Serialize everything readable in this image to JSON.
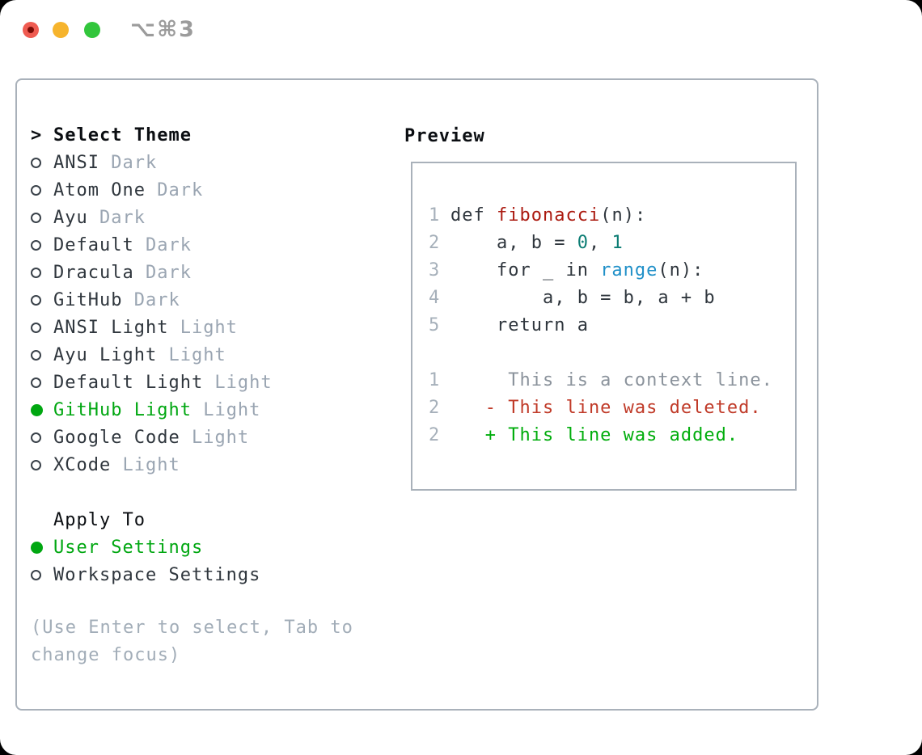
{
  "titlebar": {
    "shortcut_label": "⌥⌘3",
    "buttons": [
      "close",
      "minimize",
      "zoom"
    ]
  },
  "theme_panel": {
    "cursor": ">",
    "title": "Select Theme",
    "items": [
      {
        "name": "ANSI",
        "tag": "Dark",
        "selected": false
      },
      {
        "name": "Atom One",
        "tag": "Dark",
        "selected": false
      },
      {
        "name": "Ayu",
        "tag": "Dark",
        "selected": false
      },
      {
        "name": "Default",
        "tag": "Dark",
        "selected": false
      },
      {
        "name": "Dracula",
        "tag": "Dark",
        "selected": false
      },
      {
        "name": "GitHub",
        "tag": "Dark",
        "selected": false
      },
      {
        "name": "ANSI Light",
        "tag": "Light",
        "selected": false
      },
      {
        "name": "Ayu Light",
        "tag": "Light",
        "selected": false
      },
      {
        "name": "Default Light",
        "tag": "Light",
        "selected": false
      },
      {
        "name": "GitHub Light",
        "tag": "Light",
        "selected": true
      },
      {
        "name": "Google Code",
        "tag": "Light",
        "selected": false
      },
      {
        "name": "XCode",
        "tag": "Light",
        "selected": false
      }
    ]
  },
  "apply_to": {
    "title": "Apply To",
    "options": [
      {
        "label": "User Settings",
        "selected": true
      },
      {
        "label": "Workspace Settings",
        "selected": false
      }
    ]
  },
  "hint": "(Use Enter to select, Tab to\nchange focus)",
  "preview": {
    "title": "Preview",
    "lines": [
      {
        "num": "1",
        "tokens": [
          {
            "t": "def ",
            "c": "code"
          },
          {
            "t": "fibonacci",
            "c": "func"
          },
          {
            "t": "(n):",
            "c": "code"
          }
        ]
      },
      {
        "num": "2",
        "tokens": [
          {
            "t": "    a, b = ",
            "c": "code"
          },
          {
            "t": "0",
            "c": "number"
          },
          {
            "t": ", ",
            "c": "code"
          },
          {
            "t": "1",
            "c": "number"
          }
        ]
      },
      {
        "num": "3",
        "tokens": [
          {
            "t": "    for _ in ",
            "c": "code"
          },
          {
            "t": "range",
            "c": "builtin"
          },
          {
            "t": "(n):",
            "c": "code"
          }
        ]
      },
      {
        "num": "4",
        "tokens": [
          {
            "t": "        a, b = b, a + b",
            "c": "code"
          }
        ]
      },
      {
        "num": "5",
        "tokens": [
          {
            "t": "    return a",
            "c": "code"
          }
        ]
      },
      {
        "num": "",
        "tokens": []
      },
      {
        "num": "1",
        "tokens": [
          {
            "t": "     This is a context line.",
            "c": "context"
          }
        ]
      },
      {
        "num": "2",
        "tokens": [
          {
            "t": "   - This line was deleted.",
            "c": "deleted"
          }
        ]
      },
      {
        "num": "2",
        "tokens": [
          {
            "t": "   + This line was added.",
            "c": "added"
          }
        ]
      }
    ]
  },
  "colors": {
    "selected_green": "#00a711",
    "added_green": "#00ad0c",
    "deleted_red": "#c03a28",
    "function_red": "#ab1a10",
    "number_teal": "#0c7d74",
    "builtin_blue": "#2090c8",
    "muted_gray": "#9aa5b2",
    "border_gray": "#a9b1ba",
    "traffic_red": "#ef5b51",
    "traffic_yellow": "#f6b42d",
    "traffic_green": "#32c63c"
  }
}
